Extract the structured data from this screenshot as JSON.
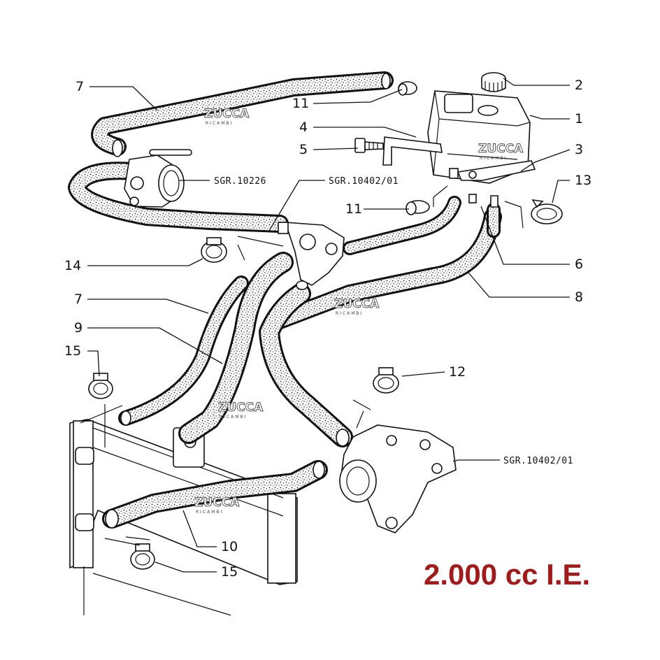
{
  "diagram": {
    "engine_label": "2.000 cc I.E.",
    "engine_label_color": "#a01c1c",
    "watermark": {
      "brand": "ZUCCA",
      "sub": "RICAMBI"
    },
    "refs": {
      "throttle": "SGR.10226",
      "thermostat": "SGR.10402/01",
      "pump": "SGR.10402/01"
    },
    "callouts": {
      "c1": "1",
      "c2": "2",
      "c3": "3",
      "c4": "4",
      "c5": "5",
      "c6": "6",
      "c7a": "7",
      "c7b": "7",
      "c8": "8",
      "c9": "9",
      "c10": "10",
      "c11a": "11",
      "c11b": "11",
      "c12": "12",
      "c13": "13",
      "c14": "14",
      "c15a": "15",
      "c15b": "15"
    }
  }
}
